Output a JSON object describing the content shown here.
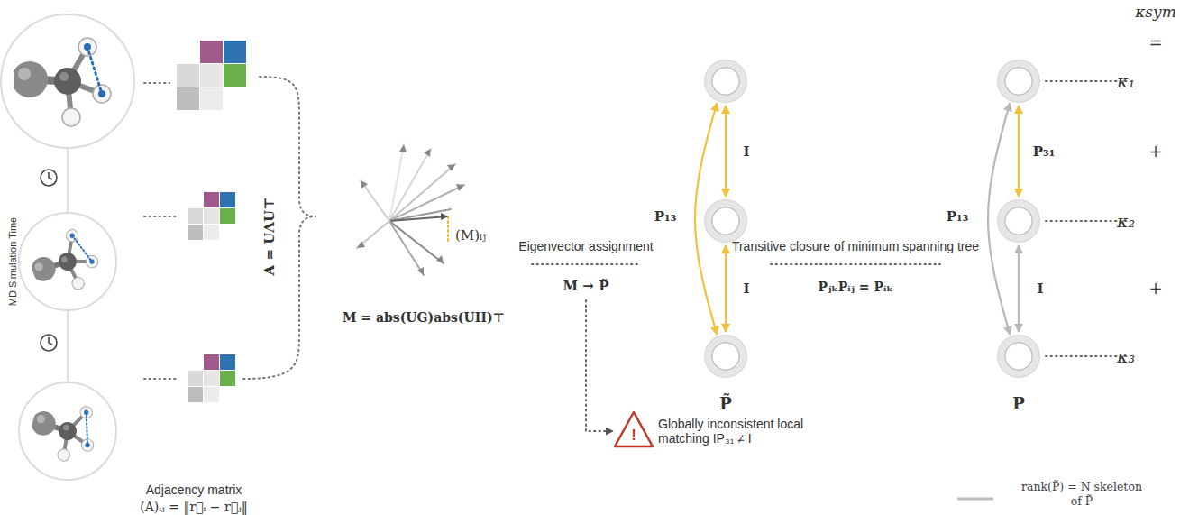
{
  "diagram": {
    "nodes": [
      {
        "text": []
      },
      {
        "text": []
      },
      {
        "text": []
      },
      {
        "text": [
          "κ₁"
        ]
      },
      {
        "text": [
          "κ₂"
        ]
      },
      {
        "text": [
          "κ₃"
        ]
      }
    ],
    "edges": [
      {
        "from": 0,
        "to": 2,
        "label": "P₁₃",
        "arrow": "both"
      },
      {
        "from": 0,
        "to": 1,
        "label": "I",
        "arrow": "both"
      },
      {
        "from": 1,
        "to": 2,
        "label": "I",
        "arrow": "both"
      },
      {
        "from": 3,
        "to": 5,
        "label": "P₁₃",
        "arrow": "both"
      },
      {
        "from": 3,
        "to": 4,
        "label": "P₃₁",
        "arrow": "both"
      },
      {
        "from": 4,
        "to": 5,
        "label": "I",
        "arrow": "both"
      }
    ],
    "labels": [
      "MD Simulation Time",
      "A = UΛU⊤",
      "(M)ᵢⱼ",
      "M = abs(UG)abs(UH)⊤",
      "Eigenvector assignment",
      "M → P̃",
      "P̃",
      "Transitive closure of minimum spanning tree",
      "PⱼₖPᵢⱼ = Pᵢₖ",
      "P",
      "κsym",
      "=",
      "+",
      "+",
      "Adjacency matrix",
      "(A)ᵢⱼ = ‖r⃗ᵢ − r⃗ⱼ‖",
      "!",
      "Globally inconsistent local matching IP₃₁ ≠ I"
    ],
    "legend": [
      {
        "text": "rank(P̃) = N skeleton of P̃"
      }
    ]
  }
}
